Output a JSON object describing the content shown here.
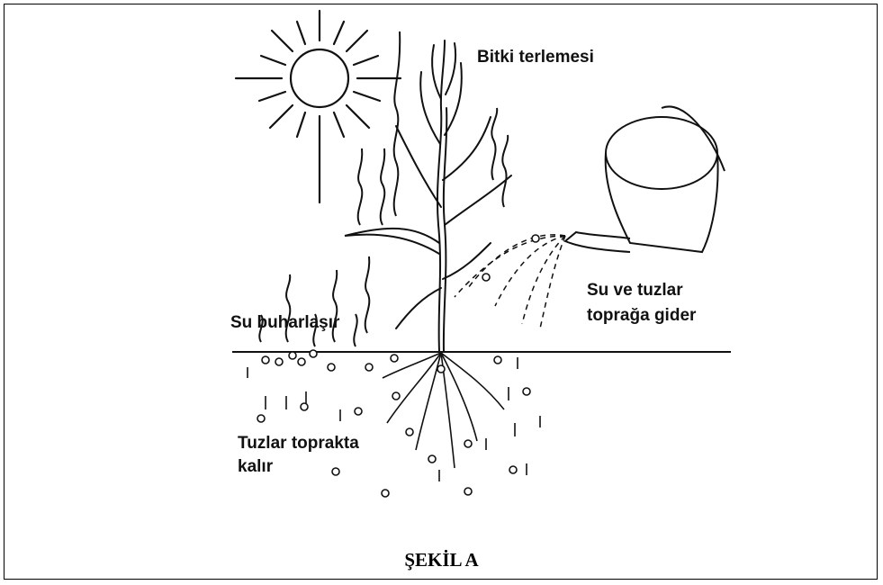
{
  "labels": {
    "transpiration": "Bitki terlemesi",
    "water_to_soil_line1": "Su ve tuzlar",
    "water_to_soil_line2": "toprağa gider",
    "evaporation": "Su buharlaşır",
    "salts_line1": "Tuzlar toprakta",
    "salts_line2": "kalır"
  },
  "caption": "ŞEKİL A"
}
